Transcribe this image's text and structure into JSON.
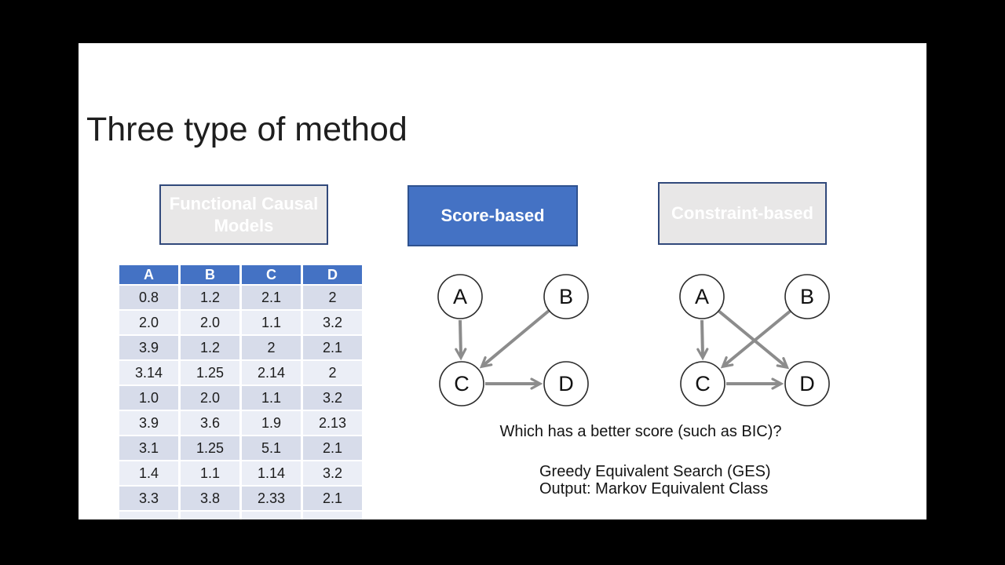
{
  "title": "Three type of method",
  "methods": [
    {
      "label": "Functional Causal Models",
      "style": "gray"
    },
    {
      "label": "Score-based",
      "style": "blue"
    },
    {
      "label": "Constraint-based",
      "style": "gray"
    }
  ],
  "table": {
    "headers": [
      "A",
      "B",
      "C",
      "D"
    ],
    "rows": [
      [
        "0.8",
        "1.2",
        "2.1",
        "2"
      ],
      [
        "2.0",
        "2.0",
        "1.1",
        "3.2"
      ],
      [
        "3.9",
        "1.2",
        "2",
        "2.1"
      ],
      [
        "3.14",
        "1.25",
        "2.14",
        "2"
      ],
      [
        "1.0",
        "2.0",
        "1.1",
        "3.2"
      ],
      [
        "3.9",
        "3.6",
        "1.9",
        "2.13"
      ],
      [
        "3.1",
        "1.25",
        "5.1",
        "2.1"
      ],
      [
        "1.4",
        "1.1",
        "1.14",
        "3.2"
      ],
      [
        "3.3",
        "3.8",
        "2.33",
        "2.1"
      ]
    ]
  },
  "graphs": [
    {
      "name": "score-based-graph",
      "nodes": [
        "A",
        "B",
        "C",
        "D"
      ],
      "edges": [
        "A→C",
        "B→C",
        "C→D"
      ]
    },
    {
      "name": "constraint-based-graph",
      "nodes": [
        "A",
        "B",
        "C",
        "D"
      ],
      "edges": [
        "A→C",
        "A→D",
        "B→C",
        "C→D"
      ]
    }
  ],
  "captions": {
    "score_question": "Which has a better score (such as BIC)?",
    "ges_line1": "Greedy Equivalent Search (GES)",
    "ges_line2": "Output: Markov Equivalent Class"
  },
  "colors": {
    "accent_blue": "#4472C4",
    "blue_box_border": "#2F528F",
    "gray_box_fill": "#E8E7E7",
    "gray_box_border": "#31497B",
    "table_row_odd": "#D7DCEA",
    "table_row_even": "#EBEEF6",
    "arrow_gray": "#8C8C8C",
    "letterbox": "#000000",
    "slide_background": "#FFFFFF"
  }
}
